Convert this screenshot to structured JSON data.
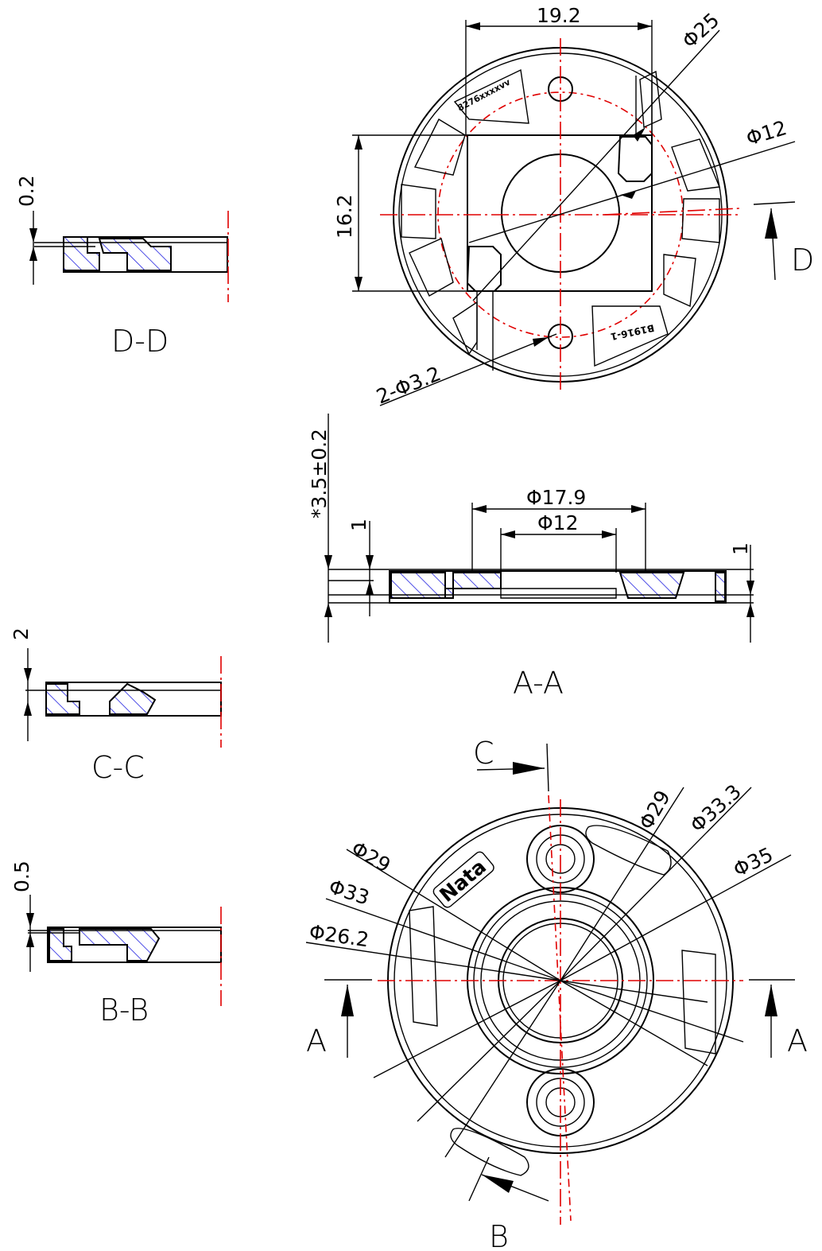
{
  "colors": {
    "line": "#000000",
    "centerline": "#e00000",
    "hatch": "#1f1fe0"
  },
  "dims": {
    "d25": "Φ25",
    "w19_2": "19.2",
    "d12_top": "Φ12",
    "h16_2": "16.2",
    "holes": "2-Φ3.2",
    "t3_5": "*3.5±0.2",
    "one_left": "1",
    "one_right": "1",
    "d17_9": "Φ17.9",
    "d12_aa": "Φ12",
    "dd_02": "0.2",
    "cc_2": "2",
    "bb_05": "0.5",
    "d29_left": "Φ29",
    "d33": "Φ33",
    "d26_2": "Φ26.2",
    "d29_right": "Φ29",
    "d33_3": "Φ33.3",
    "d35": "Φ35"
  },
  "sections": {
    "dd": "D-D",
    "cc": "C-C",
    "bb": "B-B",
    "aa": "A-A"
  },
  "markers": {
    "a_left": "A",
    "a_right": "A",
    "b": "B",
    "c": "C",
    "d": "D"
  },
  "engraving": {
    "top_left": "8276xxxxvv",
    "top_bottom": "B1916-1",
    "logo": "Nata"
  }
}
